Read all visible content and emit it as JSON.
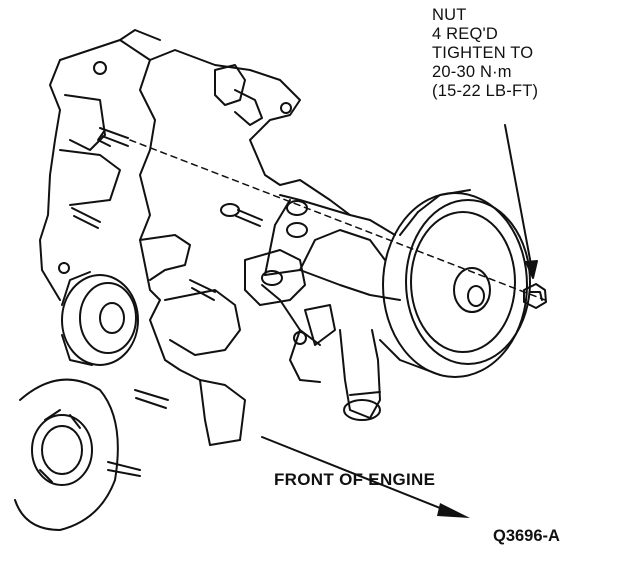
{
  "callout": {
    "lines": [
      "NUT",
      "4 REQ'D",
      "TIGHTEN TO",
      "20-30 N·m",
      "(15-22 LB-FT)"
    ]
  },
  "direction_label": "FRONT OF ENGINE",
  "figure_id": "Q3696-A",
  "colors": {
    "ink": "#111111",
    "paper": "#ffffff"
  }
}
